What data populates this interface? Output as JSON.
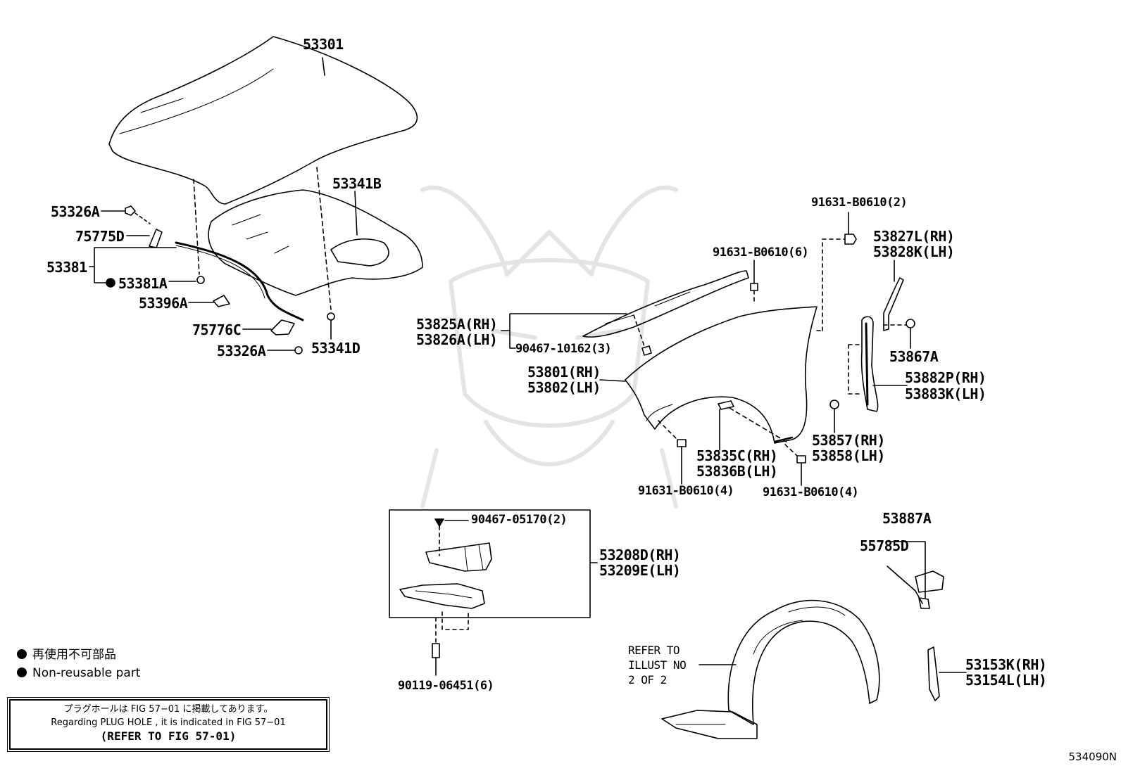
{
  "labels": {
    "p53301": "53301",
    "p53341B": "53341B",
    "p53326A_top": "53326A",
    "p75775D": "75775D",
    "p53381": "53381",
    "p53381A": "53381A",
    "p53396A": "53396A",
    "p75776C": "75776C",
    "p53326A_bot": "53326A",
    "p53341D": "53341D",
    "p91631_2": "91631-B0610(2)",
    "p53827L": "53827L(RH)",
    "p53828K": "53828K(LH)",
    "p91631_6": "91631-B0610(6)",
    "p53825A": "53825A(RH)",
    "p53826A": "53826A(LH)",
    "p90467_10162": "90467-10162(3)",
    "p53867A": "53867A",
    "p53801": "53801(RH)",
    "p53802": "53802(LH)",
    "p53882P": "53882P(RH)",
    "p53883K": "53883K(LH)",
    "p53857": "53857(RH)",
    "p53858": "53858(LH)",
    "p53835C": "53835C(RH)",
    "p53836B": "53836B(LH)",
    "p91631_4a": "91631-B0610(4)",
    "p91631_4b": "91631-B0610(4)",
    "p90467_05170": "90467-05170(2)",
    "p53208D": "53208D(RH)",
    "p53209E": "53209E(LH)",
    "p53887A": "53887A",
    "p55785D": "55785D",
    "p90119": "90119-06451(6)",
    "refer_1": "REFER TO",
    "refer_2": "ILLUST NO",
    "refer_3": "2 OF 2",
    "p53153K": "53153K(RH)",
    "p53154L": "53154L(LH)"
  },
  "legend": {
    "jp": "再使用不可部品",
    "en": "Non-reusable part"
  },
  "note": {
    "jp": "プラグホールは FIG 57−01 に掲載してあります。",
    "en": "Regarding  PLUG  HOLE , it is indicated in FIG  57−01",
    "ref": "(REFER TO FIG 57-01)"
  },
  "figure_id": "534090N"
}
